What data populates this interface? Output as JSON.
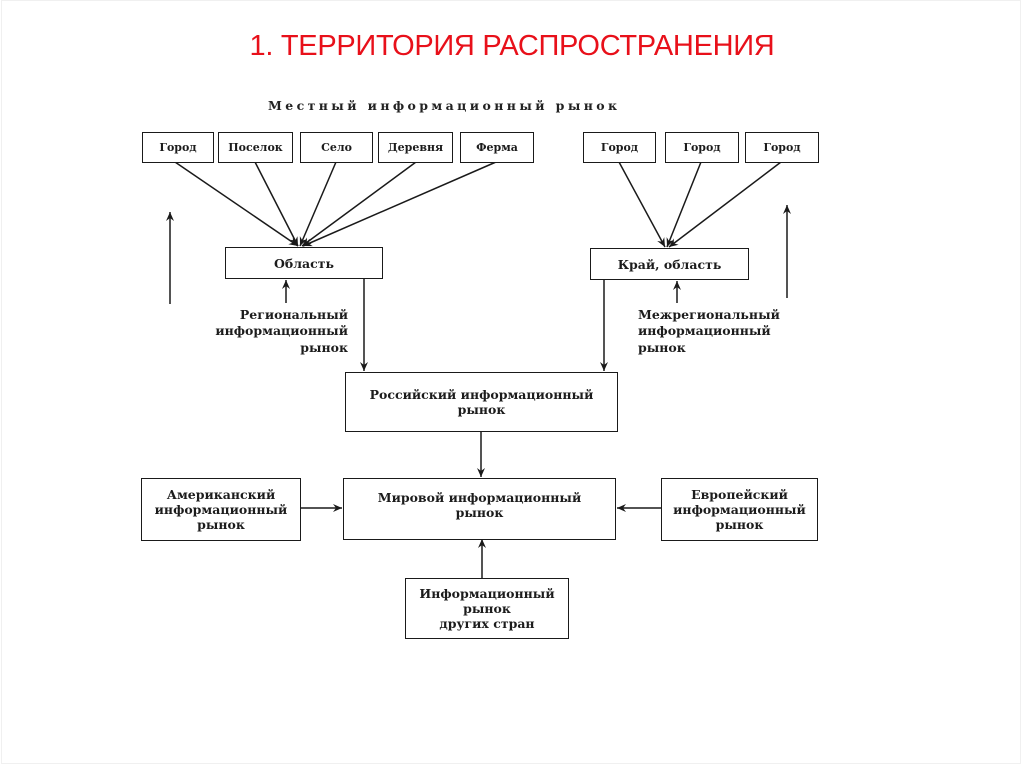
{
  "title": "1. ТЕРРИТОРИЯ РАСПРОСТРАНЕНИЯ",
  "diagram": {
    "local_market_heading": "Местный информационный рынок",
    "local_left": [
      "Город",
      "Поселок",
      "Село",
      "Деревня",
      "Ферма"
    ],
    "local_right": [
      "Город",
      "Город",
      "Город"
    ],
    "oblast": "Область",
    "krai_oblast": "Край, область",
    "regional_label": [
      "Региональный",
      "информационный",
      "рынок"
    ],
    "interregional_label": [
      "Межрегиональный",
      "информационный",
      "рынок"
    ],
    "russian_market": [
      "Российский информационный",
      "рынок"
    ],
    "world_market": [
      "Мировой информационный",
      "рынок"
    ],
    "american_market": [
      "Американский",
      "информационный",
      "рынок"
    ],
    "european_market": [
      "Европейский",
      "информационный",
      "рынок"
    ],
    "other_countries_market": [
      "Информационный",
      "рынок",
      "других стран"
    ]
  },
  "colors": {
    "title": "#e8101a",
    "lines": "#1a1a1a"
  }
}
